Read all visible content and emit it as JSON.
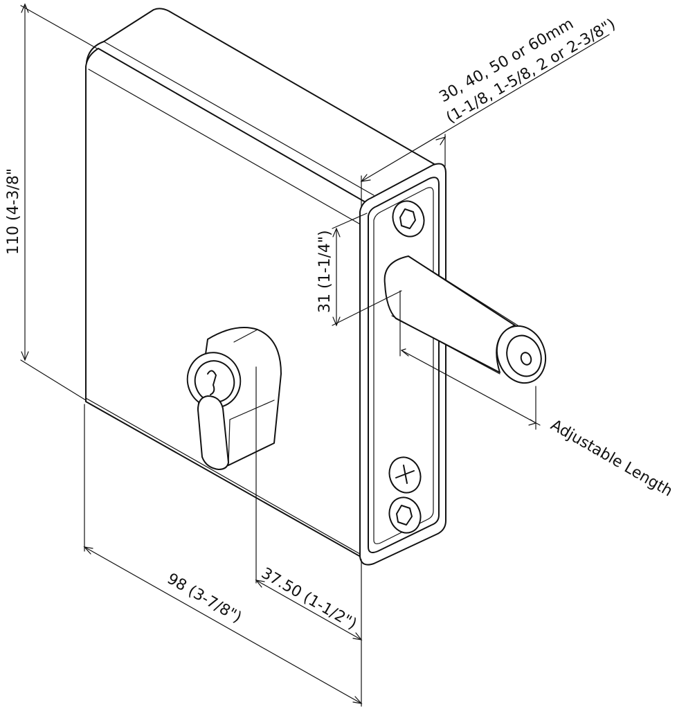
{
  "dimensions": {
    "thickness_metric": "30, 40, 50 or 60mm",
    "thickness_imperial": "(1-1/8, 1-5/8, 2 or 2-3/8\")",
    "height": "110 (4-3/8\"",
    "bolt_offset": "31 (1-1/4\")",
    "adjustable_length": "Adjustable Length",
    "width": "98 (3-7/8\")",
    "cylinder_offset": "37.50 (1-1/2\")"
  }
}
